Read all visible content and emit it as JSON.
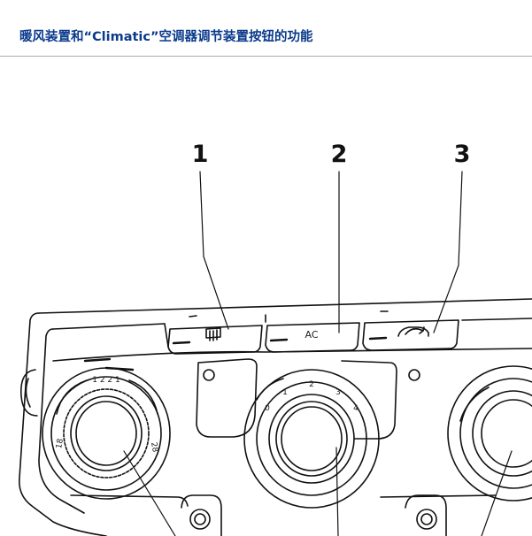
{
  "header": {
    "title": "暖风装置和“Climatic”空调器调节装置按钮的功能"
  },
  "diagram": {
    "callouts": [
      "1",
      "2",
      "3"
    ],
    "buttons": {
      "rear_defrost_icon": "rear-window-defrost-icon",
      "ac_label": "AC",
      "recirculation_icon": "air-recirculation-icon"
    },
    "temperature_dial": {
      "top_label": "1 2 2 1",
      "left_label": "18",
      "right_label": "28"
    },
    "fan_dial": {
      "speeds": [
        "0",
        "1",
        "2",
        "3",
        "4"
      ]
    }
  }
}
